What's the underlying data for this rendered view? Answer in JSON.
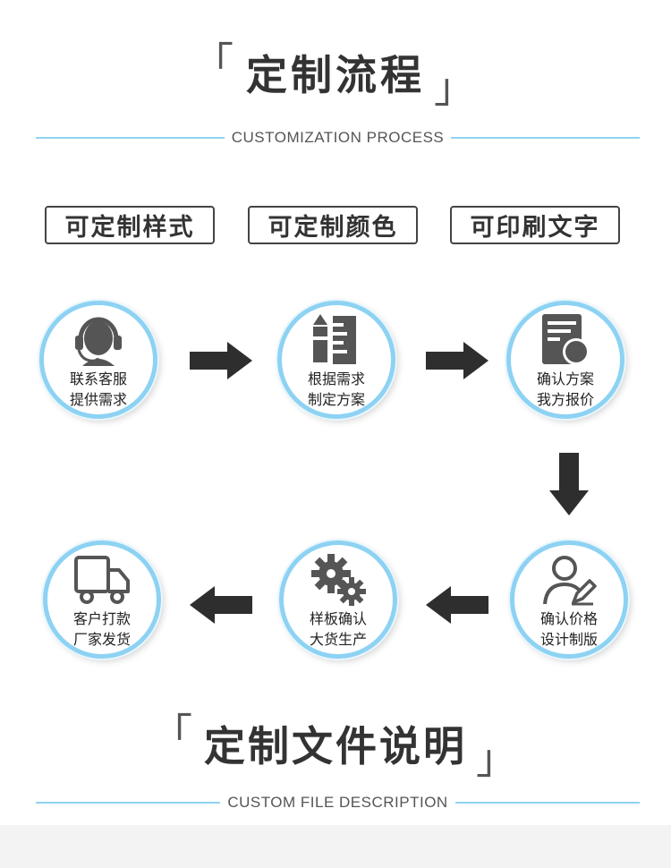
{
  "section1": {
    "title": "定制流程",
    "bracket_open": "「",
    "bracket_close": "」",
    "subtitle": "CUSTOMIZATION PROCESS"
  },
  "options": [
    {
      "label": "可定制样式"
    },
    {
      "label": "可定制颜色"
    },
    {
      "label": "可印刷文字"
    }
  ],
  "steps": [
    {
      "icon": "headset-icon",
      "line1": "联系客服",
      "line2": "提供需求"
    },
    {
      "icon": "pencil-ruler-icon",
      "line1": "根据需求",
      "line2": "制定方案"
    },
    {
      "icon": "document-icon",
      "line1": "确认方案",
      "line2": "我方报价"
    },
    {
      "icon": "user-edit-icon",
      "line1": "确认价格",
      "line2": "设计制版"
    },
    {
      "icon": "gears-icon",
      "line1": "样板确认",
      "line2": "大货生产"
    },
    {
      "icon": "truck-icon",
      "line1": "客户打款",
      "line2": "厂家发货"
    }
  ],
  "section2": {
    "title": "定制文件说明",
    "bracket_open": "「",
    "bracket_close": "」",
    "subtitle": "CUSTOM FILE DESCRIPTION"
  },
  "colors": {
    "accent_line": "#8fd3f2",
    "circle_border": "#8dd2f3",
    "icon": "#555555",
    "text": "#333333"
  }
}
